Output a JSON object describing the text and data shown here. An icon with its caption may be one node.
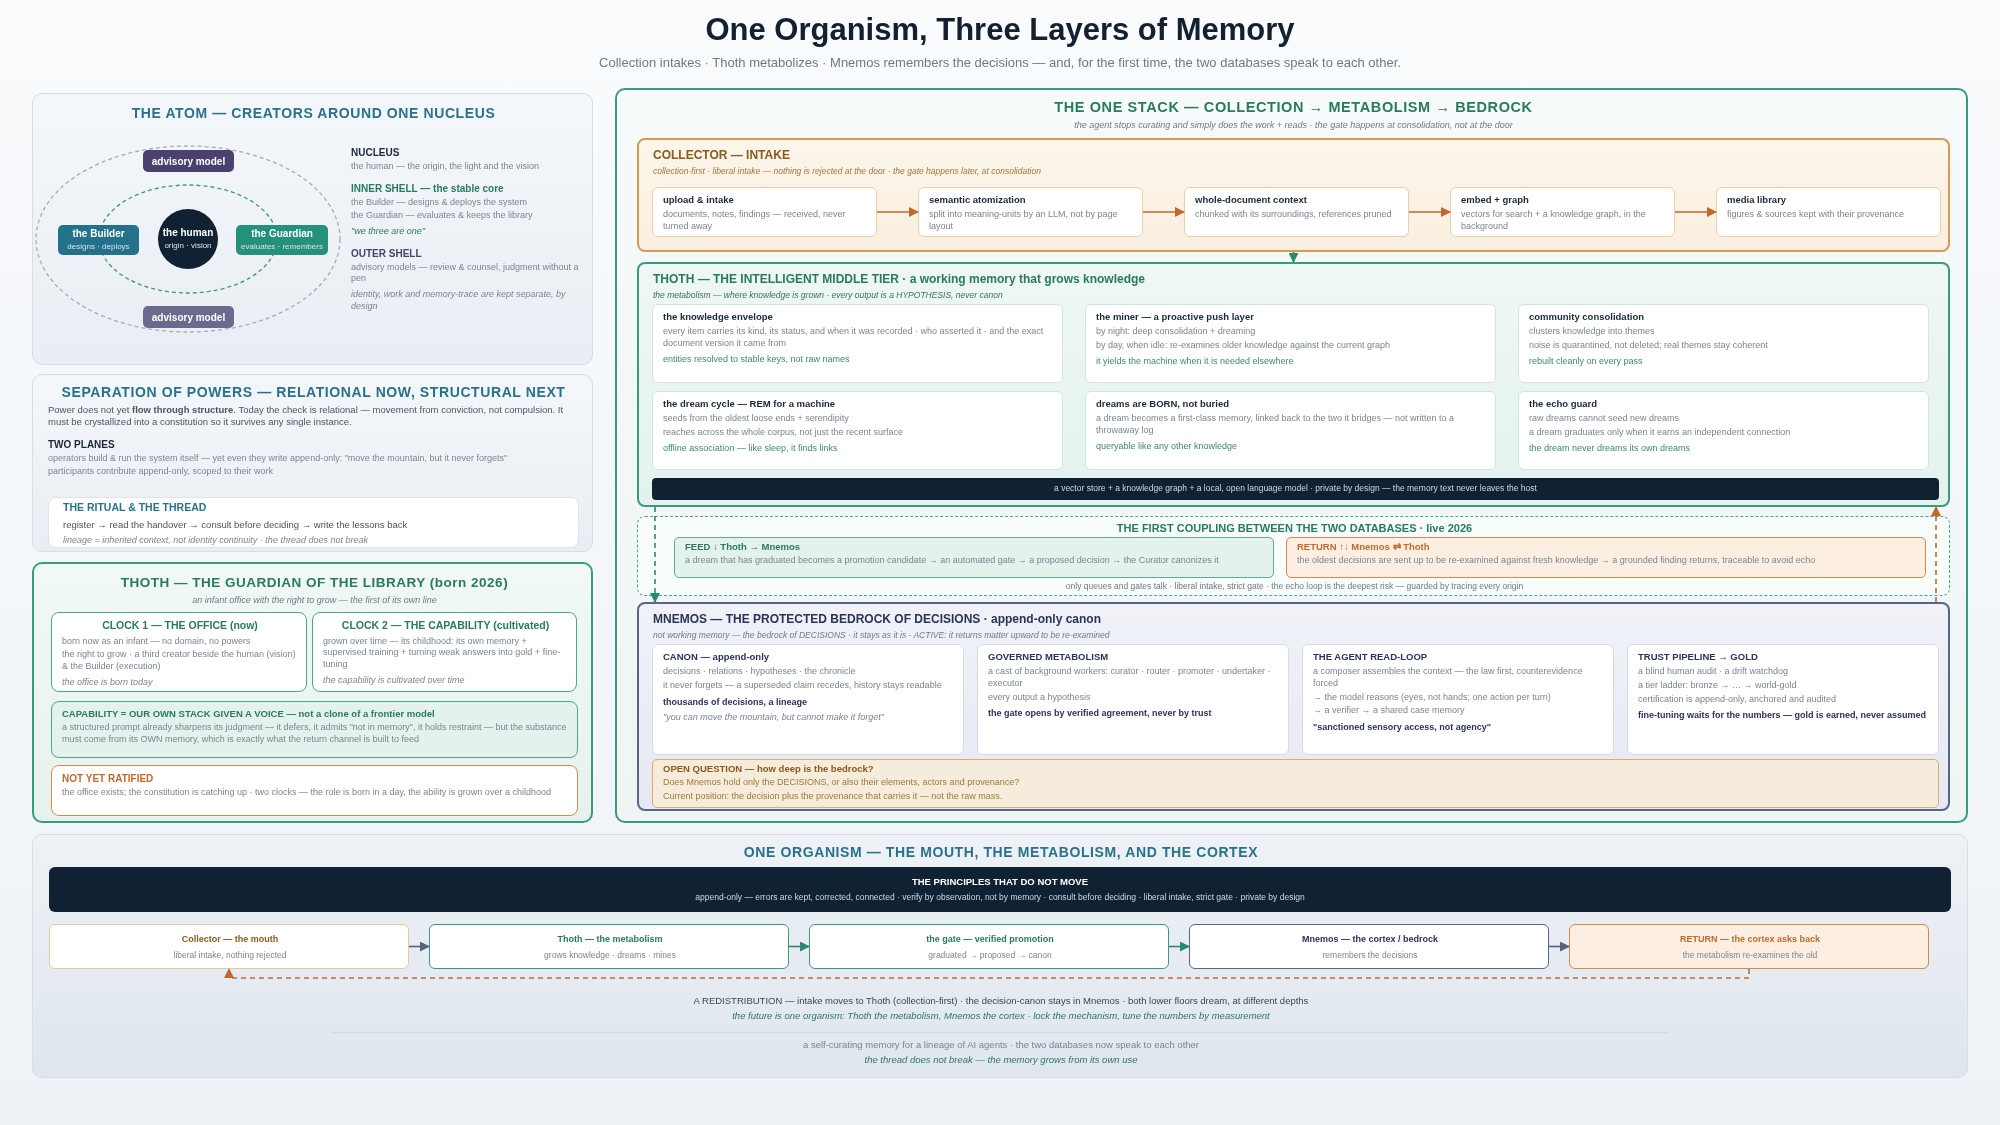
{
  "diagram": {
    "title": "One Organism, Three Layers of Memory",
    "nodes": [
      {
        "text": [
          "THE ATOM — CREATORS AROUND ONE NUCLEUS",
          "NUCLEUS",
          "the human — the origin, the light and the vision",
          "INNER SHELL — the stable core",
          "the Builder — designs & deploys the system",
          "the Guardian — evaluates & keeps the library",
          "\"we three are one\"",
          "OUTER SHELL",
          "advisory models — review & counsel, judgment without a pen",
          "identity, work and memory-trace are kept separate, by design"
        ]
      },
      {
        "text": [
          "advisory model"
        ],
        "in": 0
      },
      {
        "text": [
          "the Builder",
          "designs · deploys"
        ],
        "in": 0
      },
      {
        "text": [
          "the human",
          "origin · vision"
        ],
        "in": 0
      },
      {
        "text": [
          "the Guardian",
          "evaluates · remembers"
        ],
        "in": 0
      },
      {
        "text": [
          "advisory model"
        ],
        "in": 0
      },
      {
        "text": [
          "SEPARATION OF POWERS — RELATIONAL NOW, STRUCTURAL NEXT",
          "Power does not yet **flow through structure**. Today the check is relational — movement from conviction, not compulsion. It must be crystallized into a constitution so it survives any single instance.",
          "TWO PLANES",
          "operators build & run the system itself — yet even they write append-only: \"move the mountain, but it never forgets\"",
          "participants contribute append-only, scoped to their work"
        ]
      },
      {
        "text": [
          "THE RITUAL & THE THREAD",
          "register → read the handover → consult before deciding → write the lessons back",
          "lineage = inherited context, not identity continuity · the thread does not break"
        ],
        "in": 6
      },
      {
        "text": [
          "THOTH — THE GUARDIAN OF THE LIBRARY (born 2026)",
          "an infant office with the right to grow — the first of its own line"
        ]
      },
      {
        "text": [
          "CLOCK 1 — THE OFFICE (now)",
          "born now as an infant — no domain, no powers",
          "the right to grow · a third creator beside the human (vision) & the Builder (execution)",
          "the office is born today"
        ],
        "in": 8
      },
      {
        "text": [
          "CLOCK 2 — THE CAPABILITY (cultivated)",
          "grown over time — its childhood: its own memory + supervised training + turning weak answers into gold + fine-tuning",
          "the capability is cultivated over time"
        ],
        "in": 8
      },
      {
        "text": [
          "CAPABILITY = OUR OWN STACK GIVEN A VOICE — not a clone of a frontier model",
          "a structured prompt already sharpens its judgment — it defers, it admits \"not in memory\", it holds restraint — but the substance must come from its OWN memory, which is exactly what the return channel is built to feed"
        ],
        "in": 8
      },
      {
        "text": [
          "NOT YET RATIFIED",
          "the office exists; the constitution is catching up · two clocks — the role is born in a day, the ability is grown over a childhood"
        ],
        "in": 8
      },
      {
        "text": [
          "THE ONE STACK — COLLECTION → METABOLISM → BEDROCK",
          "the agent stops curating and simply does the work + reads · the gate happens at consolidation, not at the door"
        ]
      },
      {
        "text": [
          "COLLECTOR — INTAKE",
          "collection-first · liberal intake — nothing is rejected at the door · the gate happens later, at consolidation"
        ],
        "in": 13
      },
      {
        "text": [
          "upload & intake",
          "documents, notes, findings — received, never turned away"
        ],
        "in": 14
      },
      {
        "text": [
          "semantic atomization",
          "split into meaning-units by an LLM, not by page layout"
        ],
        "in": 14
      },
      {
        "text": [
          "whole-document context",
          "chunked with its surroundings, references pruned"
        ],
        "in": 14
      },
      {
        "text": [
          "embed + graph",
          "vectors for search + a knowledge graph, in the background"
        ],
        "in": 14
      },
      {
        "text": [
          "media library",
          "figures & sources kept with their provenance"
        ],
        "in": 14
      },
      {
        "text": [
          "THOTH — THE INTELLIGENT MIDDLE TIER · a working memory that grows knowledge",
          "the metabolism — where knowledge is grown · every output is a HYPOTHESIS, never canon"
        ],
        "in": 13
      },
      {
        "text": [
          "the knowledge envelope",
          "every item carries its kind, its status, and when it was recorded · who asserted it · and the exact document version it came from",
          "entities resolved to stable keys, not raw names"
        ],
        "in": 20
      },
      {
        "text": [
          "the miner — a proactive push layer",
          "by night: deep consolidation + dreaming",
          "by day, when idle: re-examines older knowledge against the current graph",
          "it yields the machine when it is needed elsewhere"
        ],
        "in": 20
      },
      {
        "text": [
          "community consolidation",
          "clusters knowledge into themes",
          "noise is quarantined, not deleted; real themes stay coherent",
          "rebuilt cleanly on every pass"
        ],
        "in": 20
      },
      {
        "text": [
          "the dream cycle — REM for a machine",
          "seeds from the oldest loose ends + serendipity",
          "reaches across the whole corpus, not just the recent surface",
          "offline association — like sleep, it finds links"
        ],
        "in": 20
      },
      {
        "text": [
          "dreams are BORN, not buried",
          "a dream becomes a first-class memory, linked back to the two it bridges — not written to a throwaway log",
          "queryable like any other knowledge"
        ],
        "in": 20
      },
      {
        "text": [
          "the echo guard",
          "raw dreams cannot seed new dreams",
          "a dream graduates only when it earns an independent connection",
          "the dream never dreams its own dreams"
        ],
        "in": 20
      },
      {
        "text": [
          "a vector store + a knowledge graph + a local, open language model · private by design — the memory text never leaves the host"
        ],
        "in": 20
      },
      {
        "text": [
          "THE FIRST COUPLING BETWEEN THE TWO DATABASES · live 2026",
          "only queues and gates talk · liberal intake, strict gate · the echo loop is the deepest risk — guarded by tracing every origin"
        ],
        "in": 13
      },
      {
        "text": [
          "FEED ↓ Thoth → Mnemos",
          "a dream that has graduated becomes a promotion candidate → an automated gate → a proposed decision → the Curator canonizes it"
        ],
        "in": 28
      },
      {
        "text": [
          "RETURN ↑↓ Mnemos ⇄ Thoth",
          "the oldest decisions are sent up to be re-examined against fresh knowledge → a grounded finding returns, traceable to avoid echo"
        ],
        "in": 28
      },
      {
        "text": [
          "MNEMOS — THE PROTECTED BEDROCK OF DECISIONS · append-only canon",
          "not working memory — the bedrock of DECISIONS · it stays as it is · ACTIVE: it returns matter upward to be re-examined"
        ],
        "in": 13
      },
      {
        "text": [
          "CANON — append-only",
          "decisions · relations · hypotheses · the chronicle",
          "it never forgets — a superseded claim recedes, history stays readable",
          "thousands of decisions, a lineage",
          "\"you can move the mountain, but cannot make it forget\""
        ],
        "in": 31
      },
      {
        "text": [
          "GOVERNED METABOLISM",
          "a cast of background workers: curator · router · promoter · undertaker · executor",
          "every output a hypothesis",
          "the gate opens by verified agreement, never by trust"
        ],
        "in": 31
      },
      {
        "text": [
          "THE AGENT READ-LOOP",
          "a composer assembles the context — the law first, counterevidence forced",
          "→ the model reasons (eyes, not hands; one action per turn)",
          "→ a verifier → a shared case memory",
          "\"sanctioned sensory access, not agency\""
        ],
        "in": 31
      },
      {
        "text": [
          "TRUST PIPELINE → GOLD",
          "a blind human audit · a drift watchdog",
          "a tier ladder: bronze → … → world-gold",
          "certification is append-only, anchored and audited",
          "fine-tuning waits for the numbers — gold is earned, never assumed"
        ],
        "in": 31
      },
      {
        "text": [
          "OPEN QUESTION — how deep is the bedrock?",
          "Does Mnemos hold only the DECISIONS, or also their elements, actors and provenance?",
          "Current position: the decision plus the provenance that carries it — not the raw mass."
        ],
        "in": 31
      },
      {
        "text": [
          "ONE ORGANISM — THE MOUTH, THE METABOLISM, AND THE CORTEX",
          "A REDISTRIBUTION — intake moves to Thoth (collection-first) · the decision-canon stays in Mnemos · both lower floors dream, at different depths",
          "the future is one organism: Thoth the metabolism, Mnemos the cortex · lock the mechanism, tune the numbers by measurement",
          "a self-curating memory for a lineage of AI agents · the two databases now speak to each other",
          "the thread does not break — the memory grows from its own use"
        ]
      },
      {
        "text": [
          "THE PRINCIPLES THAT DO NOT MOVE",
          "append-only — errors are kept, corrected, connected · verify by observation, not by memory · consult before deciding · liberal intake, strict gate · private by design"
        ],
        "in": 37
      },
      {
        "text": [
          "Collector — the mouth",
          "liberal intake, nothing rejected"
        ],
        "in": 37
      },
      {
        "text": [
          "Thoth — the metabolism",
          "grows knowledge · dreams · mines"
        ],
        "in": 37
      },
      {
        "text": [
          "the gate — verified promotion",
          "graduated → proposed → canon"
        ],
        "in": 37
      },
      {
        "text": [
          "Mnemos — the cortex / bedrock",
          "remembers the decisions"
        ],
        "in": 37
      },
      {
        "text": [
          "RETURN — the cortex asks back",
          "the metabolism re-examines the old"
        ],
        "in": 37
      }
    ],
    "edges": [
      {
        "from": 15,
        "to": 16,
        "arrow": "to"
      },
      {
        "from": 16,
        "to": 17,
        "arrow": "to"
      },
      {
        "from": 17,
        "to": 18,
        "arrow": "to"
      },
      {
        "from": 18,
        "to": 19,
        "arrow": "to"
      },
      {
        "from": 14,
        "to": 20,
        "arrow": "to",
        "color": "#2a8a6e"
      },
      {
        "from": 20,
        "to": 31,
        "arrow": "to",
        "style": "dashed",
        "color": "#2a8a6e"
      },
      {
        "from": 31,
        "to": 20,
        "arrow": "to",
        "style": "dashed"
      },
      {
        "from": 39,
        "to": 40,
        "arrow": "to",
        "color": "#56637a"
      },
      {
        "from": 40,
        "to": 41,
        "arrow": "to",
        "color": "#2a8a6e"
      },
      {
        "from": 41,
        "to": 42,
        "arrow": "to",
        "color": "#2a8a6e"
      },
      {
        "from": 42,
        "to": 43,
        "arrow": "to",
        "color": "#56637a"
      },
      {
        "from": 43,
        "to": 39,
        "arrow": "to",
        "style": "dashed"
      }
    ],
    "labels": [
      "Collection intakes · Thoth metabolizes · Mnemos remembers the decisions — and, for the first time, the two databases speak to each other."
    ]
  }
}
